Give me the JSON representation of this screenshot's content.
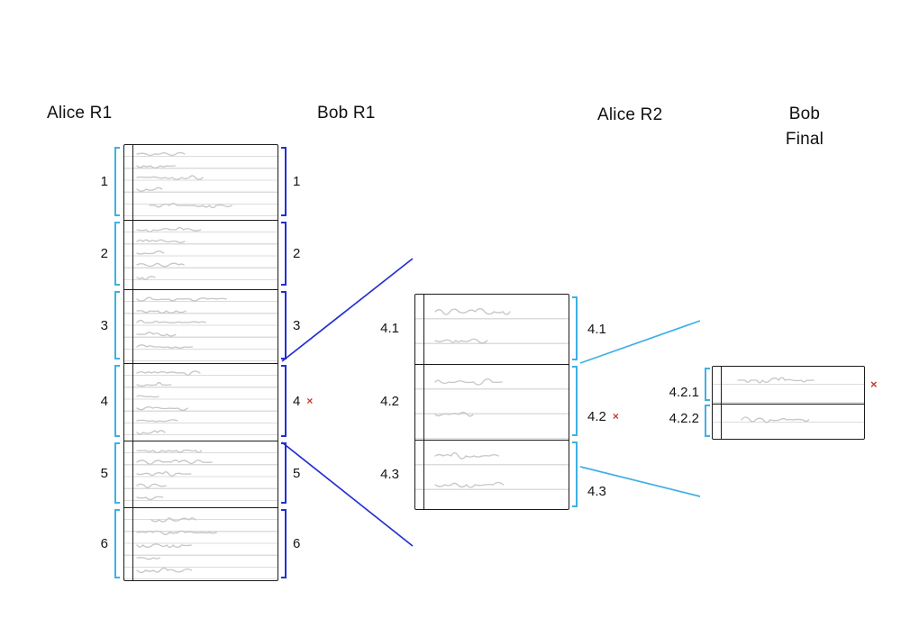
{
  "headers": [
    {
      "label": "Alice R1"
    },
    {
      "label": "Bob R1"
    },
    {
      "label": "Alice R2"
    },
    {
      "line1": "Bob",
      "line2": "Final"
    }
  ],
  "doc1": {
    "alice_labels": [
      "1",
      "2",
      "3",
      "4",
      "5",
      "6"
    ],
    "bob_labels": [
      "1",
      "2",
      "3",
      "4",
      "5",
      "6"
    ],
    "reject_mark": "×"
  },
  "doc2": {
    "bob_labels": [
      "4.1",
      "4.2",
      "4.3"
    ],
    "alice_labels": [
      "4.1",
      "4.2",
      "4.3"
    ],
    "reject_mark": "×"
  },
  "doc3": {
    "labels": [
      "4.2.1",
      "4.2.2"
    ],
    "reject_mark": "×"
  },
  "colors": {
    "alice": "#3fb0e5",
    "bob": "#2230cf",
    "reject": "#c23b2e",
    "ink": "#1b1b1b",
    "pencil": "#c6c6c6",
    "ruling": "#dcdcdc"
  }
}
